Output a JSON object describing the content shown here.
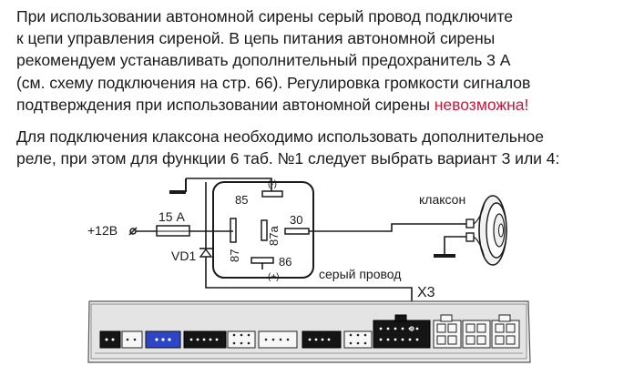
{
  "text": {
    "paragraph1": [
      "При использовании автономной сирены серый провод подключите",
      "к цепи управления сиреной. В цепь питания автономной сирены",
      "рекомендуем устанавливать дополнительный предохранитель 3 А",
      "(см. схему подключения на стр. 66). Регулировка громкости сигналов"
    ],
    "paragraph1_last_prefix": "подтверждения при использовании автономной сирены ",
    "paragraph1_warning": "невозможна!",
    "paragraph2": [
      "Для подключения клаксона необходимо использовать дополнительное",
      "реле, при этом для функции 6 таб. №1 следует выбрать вариант 3 или 4:"
    ]
  },
  "diagram": {
    "relay_pins": {
      "pin85": "85",
      "pin86": "86",
      "pin87": "87",
      "pin87a": "87a",
      "pin30": "30"
    },
    "polarity_minus": "(-)",
    "polarity_plus": "(+)",
    "power_label": "+12В",
    "fuse_label": "15 А",
    "diode_label": "VD1",
    "horn_label": "клаксон",
    "gray_wire_label": "серый провод",
    "connector_label": "X3"
  },
  "colors": {
    "text": "#1a1a1a",
    "warning": "#c8183b",
    "connector_blue": "#2f45c8",
    "housing": "#dcdcdc"
  }
}
